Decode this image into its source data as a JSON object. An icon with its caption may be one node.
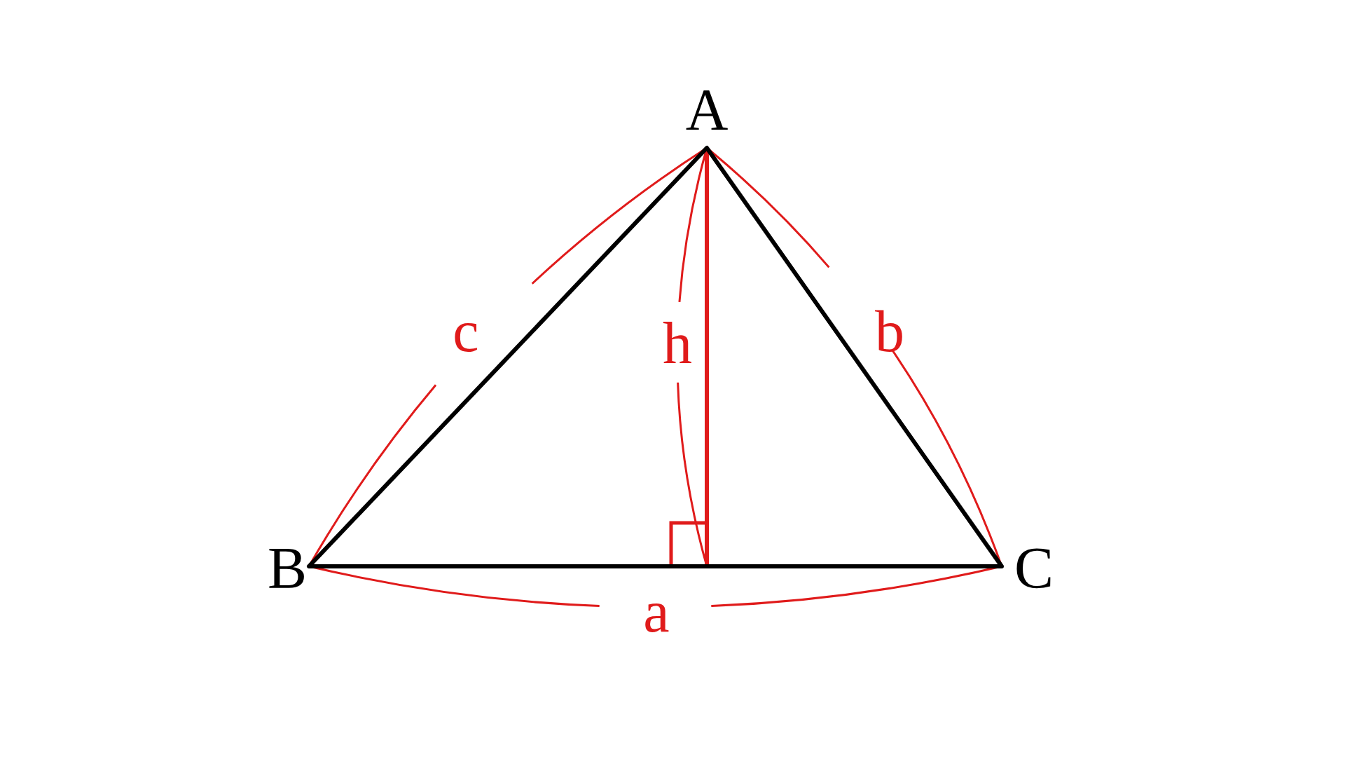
{
  "diagram": {
    "labels": [
      "A",
      "c",
      "h",
      "b",
      "B",
      "C",
      "a"
    ]
  }
}
